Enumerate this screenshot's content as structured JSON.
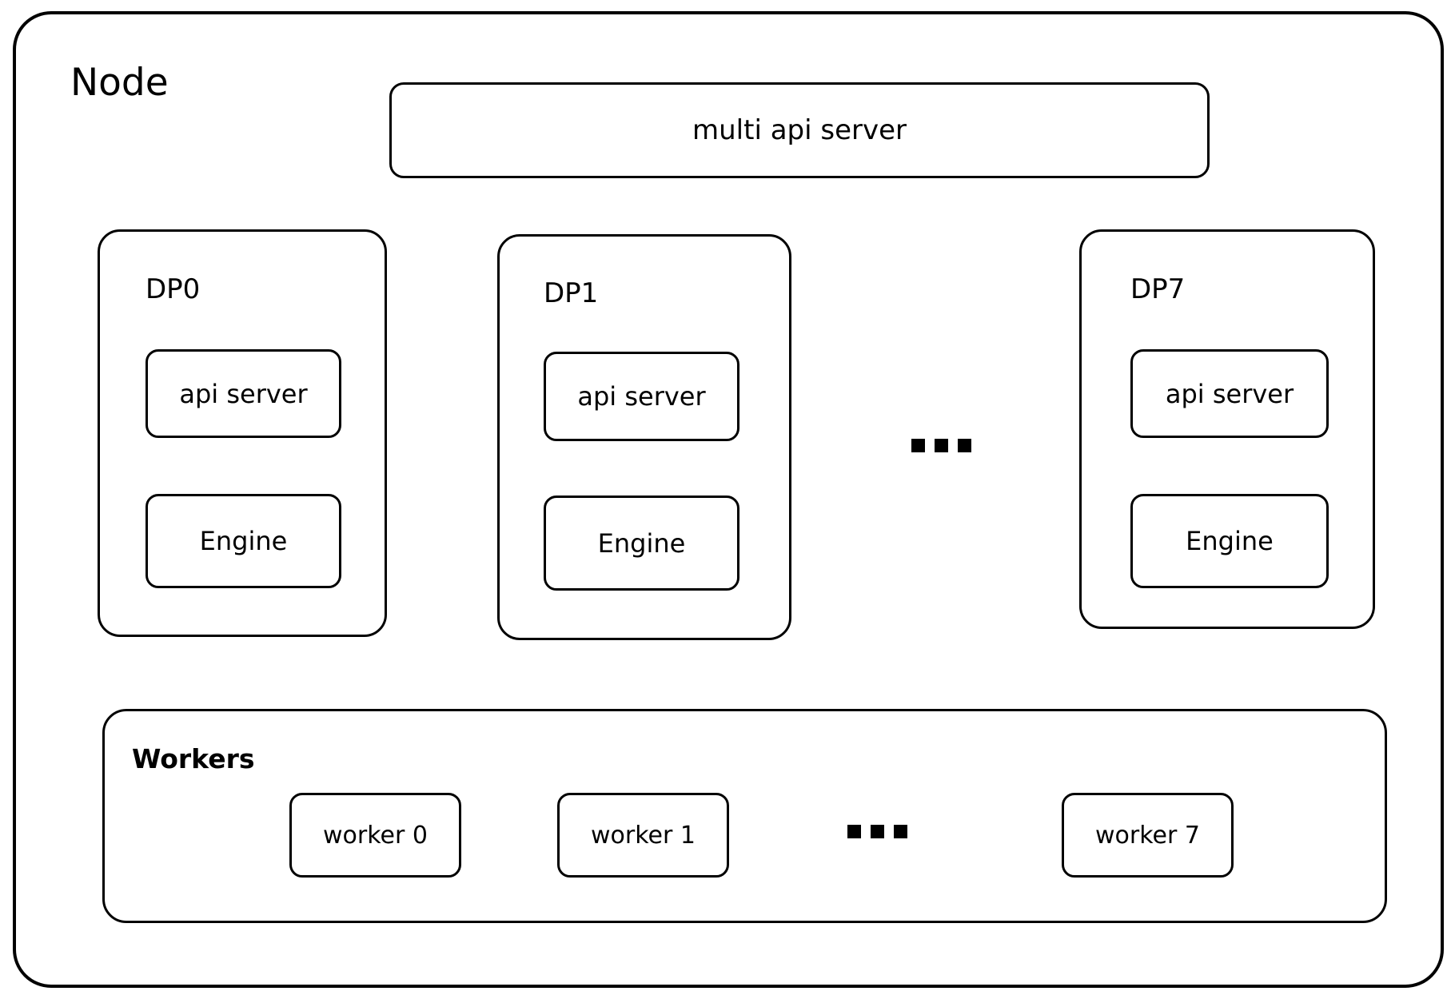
{
  "diagram": {
    "title": "Node",
    "outer_container_label": "Node",
    "multi_api_server": {
      "label": "multi api server"
    },
    "dp_groups": [
      {
        "label": "DP0",
        "api_server": "api server",
        "engine": "Engine"
      },
      {
        "label": "DP1",
        "api_server": "api server",
        "engine": "Engine"
      },
      {
        "label": "DP7",
        "api_server": "api server",
        "engine": "Engine"
      }
    ],
    "dp_ellipsis": "...",
    "workers": {
      "title": "Workers",
      "items": [
        {
          "label": "worker 0"
        },
        {
          "label": "worker 1"
        },
        {
          "label": "worker 7"
        }
      ],
      "ellipsis": "..."
    },
    "colors": {
      "background": "#ffffff",
      "stroke": "#000000",
      "text": "#000000"
    }
  }
}
